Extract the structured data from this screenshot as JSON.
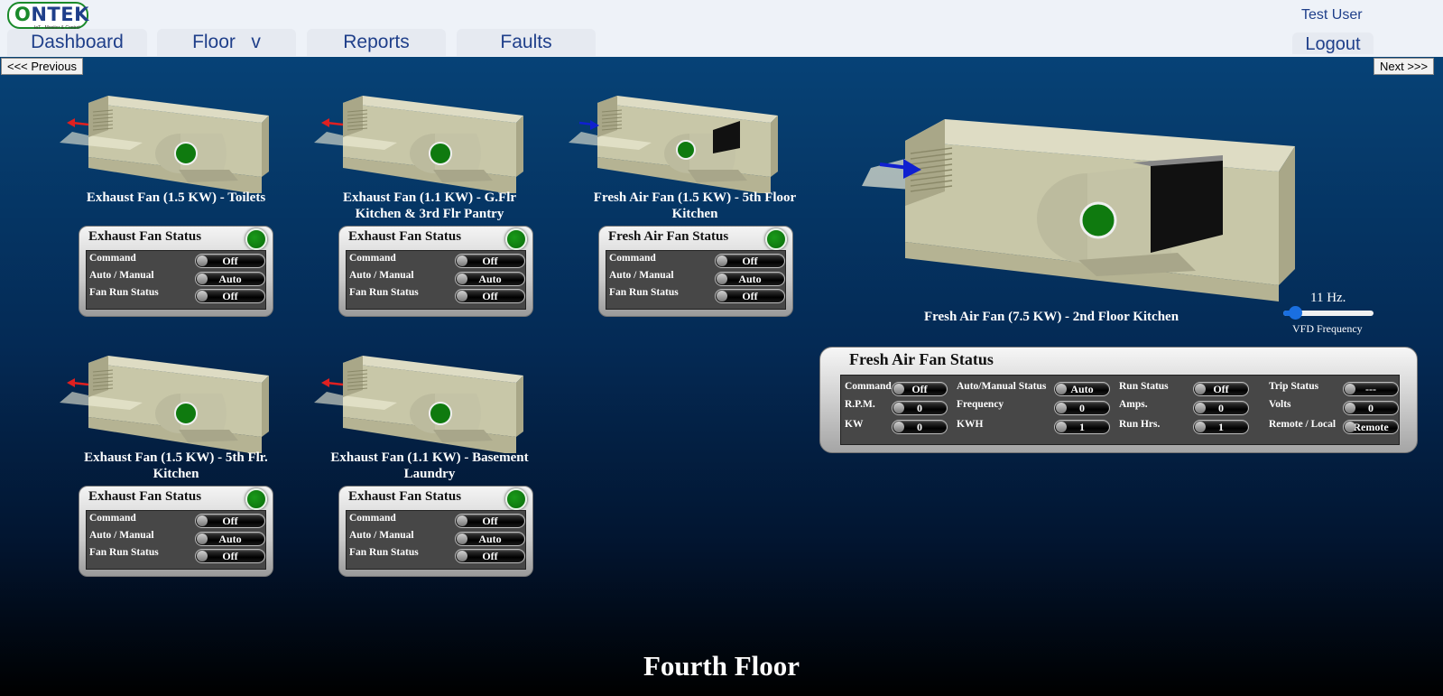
{
  "header": {
    "logo_text": "NTEK",
    "logo_tagline": "IoT - Monitor & Control",
    "nav": [
      {
        "label": "Dashboard"
      },
      {
        "label": "Floor   v"
      },
      {
        "label": "Reports"
      },
      {
        "label": "Faults"
      }
    ],
    "user": "Test User",
    "logout": "Logout"
  },
  "pager": {
    "previous": "<<< Previous",
    "next": "Next >>>"
  },
  "fans": [
    {
      "title": "Exhaust Fan (1.5 KW) - Toilets",
      "panel_title": "Exhaust Fan Status",
      "rows": [
        {
          "label": "Command",
          "value": "Off"
        },
        {
          "label": "Auto / Manual",
          "value": "Auto"
        },
        {
          "label": "Fan Run Status",
          "value": "Off"
        }
      ]
    },
    {
      "title": "Exhaust Fan (1.1 KW) - G.Flr Kitchen & 3rd Flr Pantry",
      "panel_title": "Exhaust Fan Status",
      "rows": [
        {
          "label": "Command",
          "value": "Off"
        },
        {
          "label": "Auto / Manual",
          "value": "Auto"
        },
        {
          "label": "Fan Run Status",
          "value": "Off"
        }
      ]
    },
    {
      "title": "Fresh Air Fan (1.5 KW) - 5th Floor Kitchen",
      "panel_title": "Fresh Air Fan Status",
      "rows": [
        {
          "label": "Command",
          "value": "Off"
        },
        {
          "label": "Auto / Manual",
          "value": "Auto"
        },
        {
          "label": "Fan Run Status",
          "value": "Off"
        }
      ]
    },
    {
      "title": "Exhaust Fan (1.5 KW) - 5th Flr. Kitchen",
      "panel_title": "Exhaust Fan Status",
      "rows": [
        {
          "label": "Command",
          "value": "Off"
        },
        {
          "label": "Auto / Manual",
          "value": "Auto"
        },
        {
          "label": "Fan Run Status",
          "value": "Off"
        }
      ]
    },
    {
      "title": "Exhaust Fan (1.1 KW) - Basement Laundry",
      "panel_title": "Exhaust Fan Status",
      "rows": [
        {
          "label": "Command",
          "value": "Off"
        },
        {
          "label": "Auto / Manual",
          "value": "Auto"
        },
        {
          "label": "Fan Run Status",
          "value": "Off"
        }
      ]
    }
  ],
  "main_fan": {
    "title": "Fresh Air Fan (7.5 KW) - 2nd Floor Kitchen",
    "vfd_value": "11 Hz.",
    "vfd_label": "VFD Frequency",
    "vfd_frequency": 11,
    "panel_title": "Fresh Air Fan Status",
    "fields": [
      {
        "label": "Command",
        "value": "Off"
      },
      {
        "label": "Auto/Manual Status",
        "value": "Auto"
      },
      {
        "label": "Run Status",
        "value": "Off"
      },
      {
        "label": "Trip Status",
        "value": "---"
      },
      {
        "label": "R.P.M.",
        "value": "0"
      },
      {
        "label": "Frequency",
        "value": "0"
      },
      {
        "label": "Amps.",
        "value": "0"
      },
      {
        "label": "Volts",
        "value": "0"
      },
      {
        "label": "KW",
        "value": "0"
      },
      {
        "label": "KWH",
        "value": "1"
      },
      {
        "label": "Run Hrs.",
        "value": "1"
      },
      {
        "label": "Remote / Local",
        "value": "Remote"
      }
    ]
  },
  "floor_title": "Fourth Floor",
  "colors": {
    "nav_text": "#1f3f8a",
    "status_led": "#0f7a0f",
    "exhaust_arrow": "#e02020",
    "fresh_arrow": "#1020d0"
  }
}
